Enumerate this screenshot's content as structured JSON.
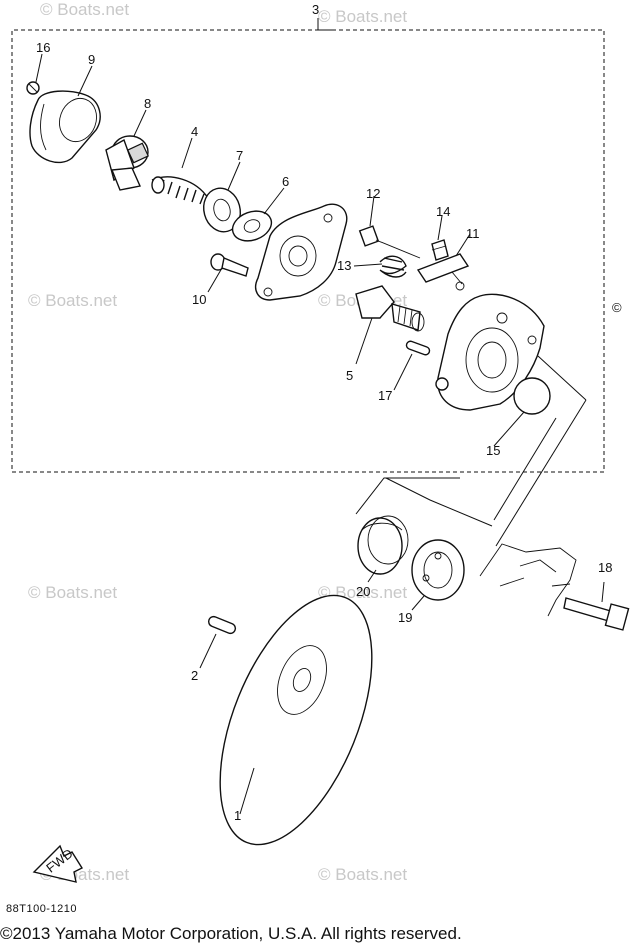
{
  "diagram": {
    "callouts": [
      "1",
      "2",
      "3",
      "4",
      "5",
      "6",
      "7",
      "8",
      "9",
      "10",
      "11",
      "12",
      "13",
      "14",
      "15",
      "16",
      "17",
      "18",
      "19",
      "20"
    ],
    "fwd_label": "FWD",
    "side_mark": "©"
  },
  "watermark": {
    "text": "© Boats.net"
  },
  "footer": {
    "code": "88T100-1210",
    "copyright": "©2013 Yamaha Motor Corporation, U.S.A. All rights reserved."
  }
}
